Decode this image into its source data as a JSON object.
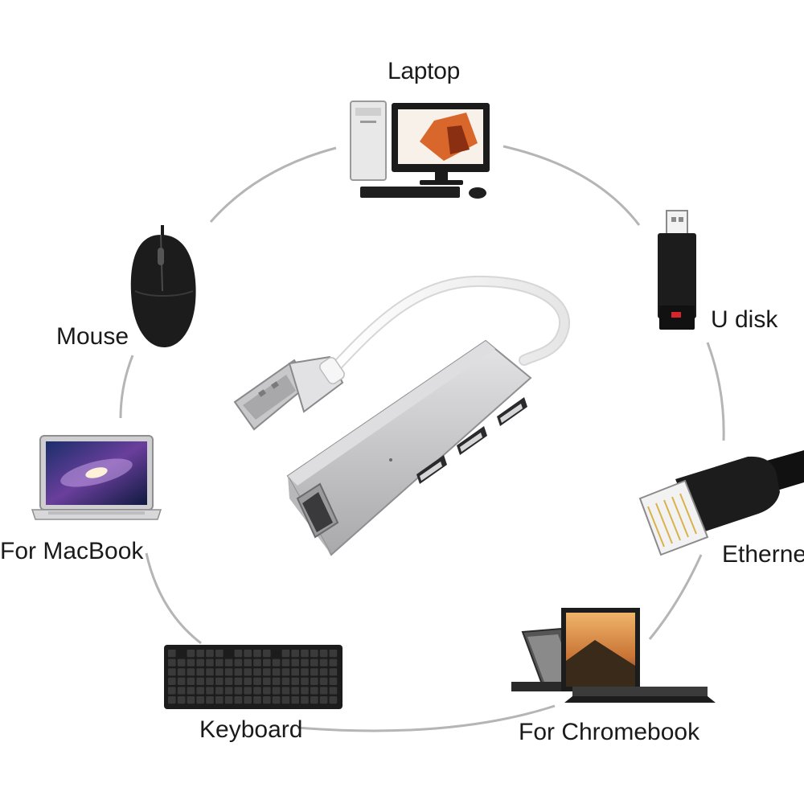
{
  "devices": {
    "laptop": {
      "label": "Laptop",
      "icon": "desktop-computer-icon"
    },
    "udisk": {
      "label": "U disk",
      "icon": "usb-flash-drive-icon"
    },
    "ethernet": {
      "label": "Ethernet",
      "icon": "rj45-cable-icon"
    },
    "chromebook": {
      "label": "For Chromebook",
      "icon": "convertible-laptop-icon"
    },
    "keyboard": {
      "label": "Keyboard",
      "icon": "keyboard-icon"
    },
    "macbook": {
      "label": "For MacBook",
      "icon": "macbook-icon"
    },
    "mouse": {
      "label": "Mouse",
      "icon": "computer-mouse-icon"
    }
  },
  "hub": {
    "icon": "usb-hub-adapter-icon",
    "usb_ports": 3,
    "ethernet_ports": 1
  },
  "colors": {
    "ring": "#b5b5b5",
    "hub_body": "#c9c9cb",
    "cable": "#f2f2f2",
    "dark_device": "#1c1c1c"
  }
}
